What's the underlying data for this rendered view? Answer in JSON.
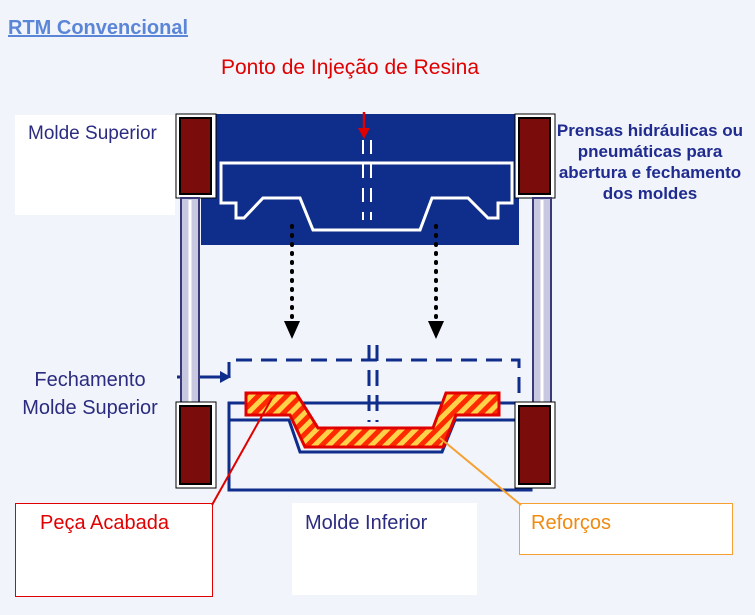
{
  "title": "RTM Convencional",
  "labels": {
    "injection_point": "Ponto de Injeção de Resina",
    "upper_mold": "Molde Superior",
    "presses": "Prensas hidráulicas ou pneumáticas para abertura e fechamento dos moldes",
    "closing": "Fechamento Molde Superior",
    "finished_part": "Peça Acabada",
    "lower_mold": "Molde Inferior",
    "reinforcements": "Reforços"
  },
  "colors": {
    "mold_blue": "#0f2d8a",
    "press_red": "#7a0c0c",
    "resin_red": "#e00000",
    "reinforcement_yellow": "#ffd24a",
    "reinforcement_orange": "#f5a030",
    "title_blue": "#5b86d8"
  }
}
